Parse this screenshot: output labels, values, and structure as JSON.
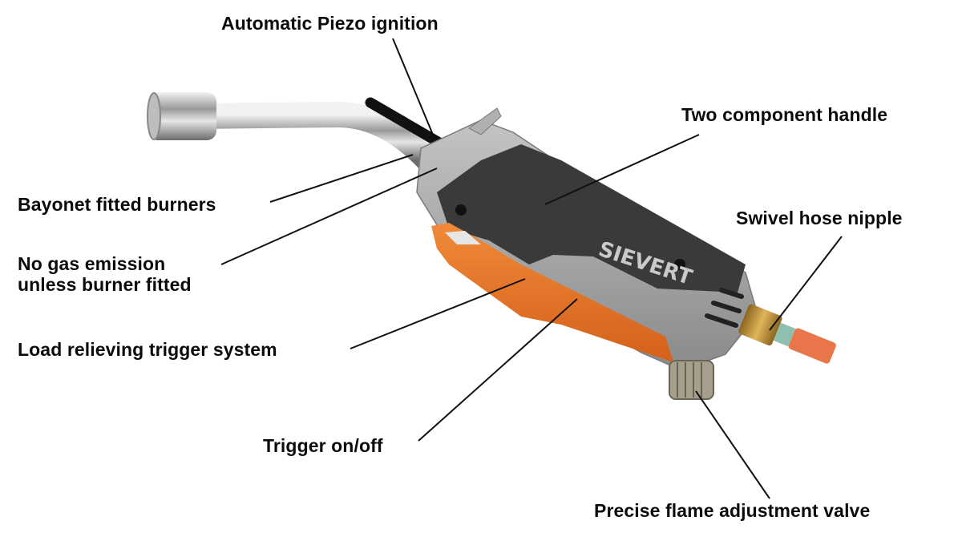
{
  "brand": "SIEVERT",
  "labels": {
    "piezo": "Automatic Piezo ignition",
    "handle": "Two component handle",
    "bayonet": "Bayonet fitted burners",
    "no_gas_line1": "No gas emission",
    "no_gas_line2": "unless burner fitted",
    "swivel": "Swivel hose nipple",
    "load": "Load relieving trigger system",
    "trigger": "Trigger on/off",
    "valve": "Precise flame adjustment valve"
  },
  "colors": {
    "handle_gray": "#9a9a9a",
    "grip_dark": "#3a3a3a",
    "trigger_orange": "#e8731f",
    "brass": "#c99a3a",
    "hose_tip": "#e8764a"
  }
}
